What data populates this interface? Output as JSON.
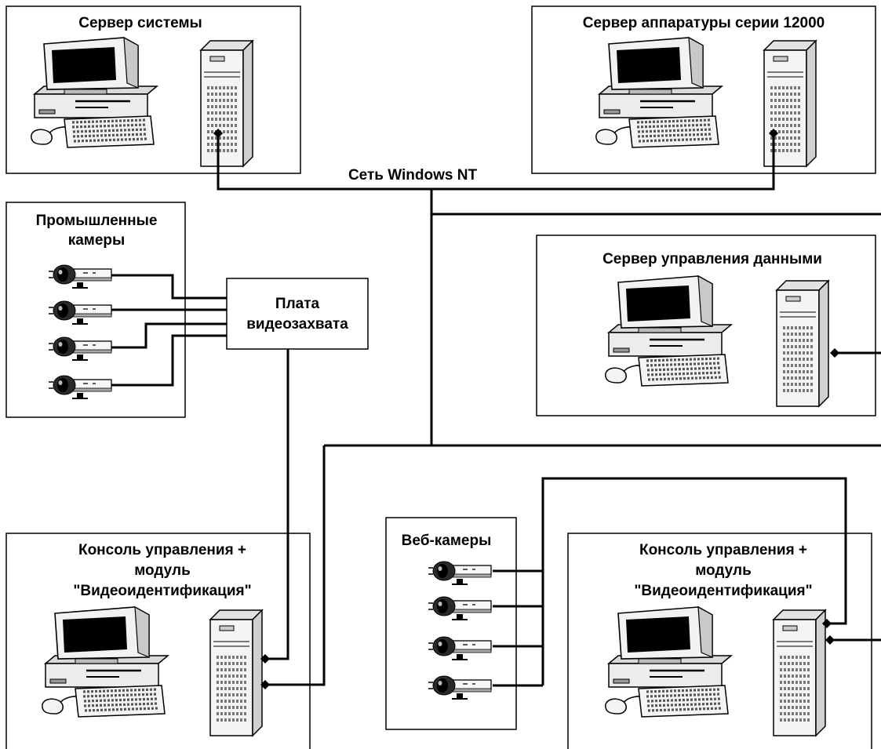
{
  "diagram": {
    "boxes": {
      "system_server": {
        "title": "Сервер системы"
      },
      "hardware_server": {
        "title": "Сервер аппаратуры серии 12000"
      },
      "industrial_cameras": {
        "title_line1": "Промышленные",
        "title_line2": "камеры"
      },
      "capture_card": {
        "title_line1": "Плата",
        "title_line2": "видеозахвата"
      },
      "data_server": {
        "title": "Сервер управления данными"
      },
      "console_left": {
        "title_line1": "Консоль управления +",
        "title_line2": "модуль",
        "title_line3": "\"Видеоидентификация\""
      },
      "web_cameras": {
        "title": "Веб-камеры"
      },
      "console_right": {
        "title_line1": "Консоль управления +",
        "title_line2": "модуль",
        "title_line3": "\"Видеоидентификация\""
      }
    },
    "network_label": "Сеть Windows NT",
    "icons": {
      "workstation": "desktop-computer-icon",
      "tower": "tower-server-icon",
      "camera": "cctv-camera-icon"
    }
  }
}
